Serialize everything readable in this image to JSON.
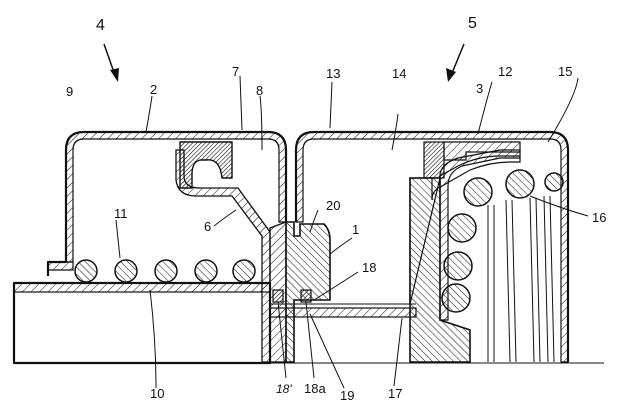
{
  "labels": {
    "l4": "4",
    "l5": "5",
    "l2": "2",
    "l7": "7",
    "l8": "8",
    "l9": "9",
    "l13": "13",
    "l14": "14",
    "l3": "3",
    "l12": "12",
    "l15": "15",
    "l6": "6",
    "l20": "20",
    "l1": "1",
    "l11": "11",
    "l16": "16",
    "l18": "18",
    "l10": "10",
    "l18p": "18'",
    "l18a": "18a",
    "l19": "19",
    "l17": "17"
  }
}
